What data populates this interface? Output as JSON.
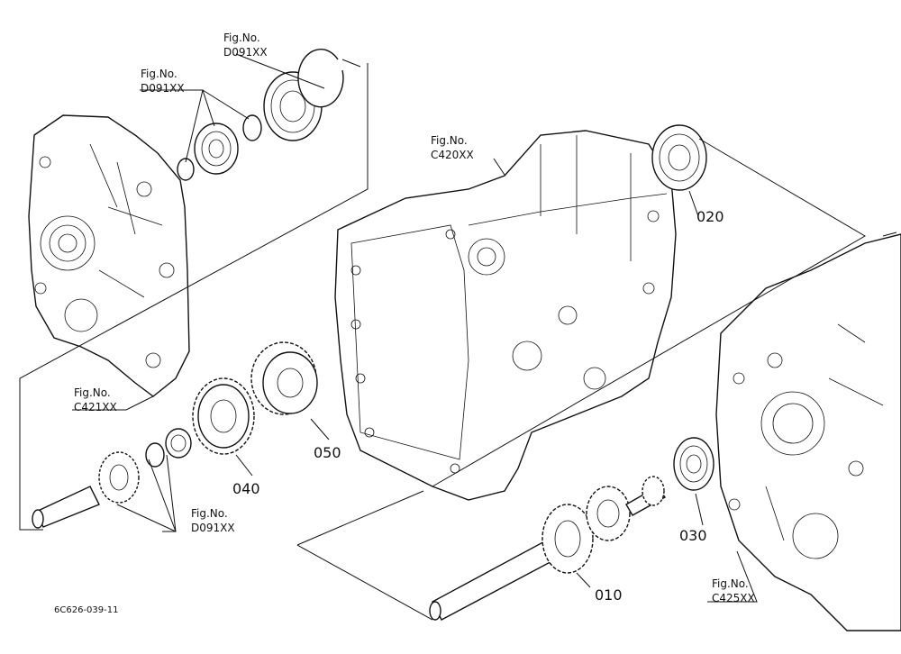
{
  "figure_refs": [
    {
      "title": "Fig.No.",
      "code": "D091XX"
    },
    {
      "title": "Fig.No.",
      "code": "D091XX"
    },
    {
      "title": "Fig.No.",
      "code": "C420XX"
    },
    {
      "title": "Fig.No.",
      "code": "C421XX"
    },
    {
      "title": "Fig.No.",
      "code": "D091XX"
    },
    {
      "title": "Fig.No.",
      "code": "C425XX"
    }
  ],
  "parts": [
    "020",
    "050",
    "040",
    "030",
    "010"
  ],
  "drawing_code": "6C626-039-11"
}
